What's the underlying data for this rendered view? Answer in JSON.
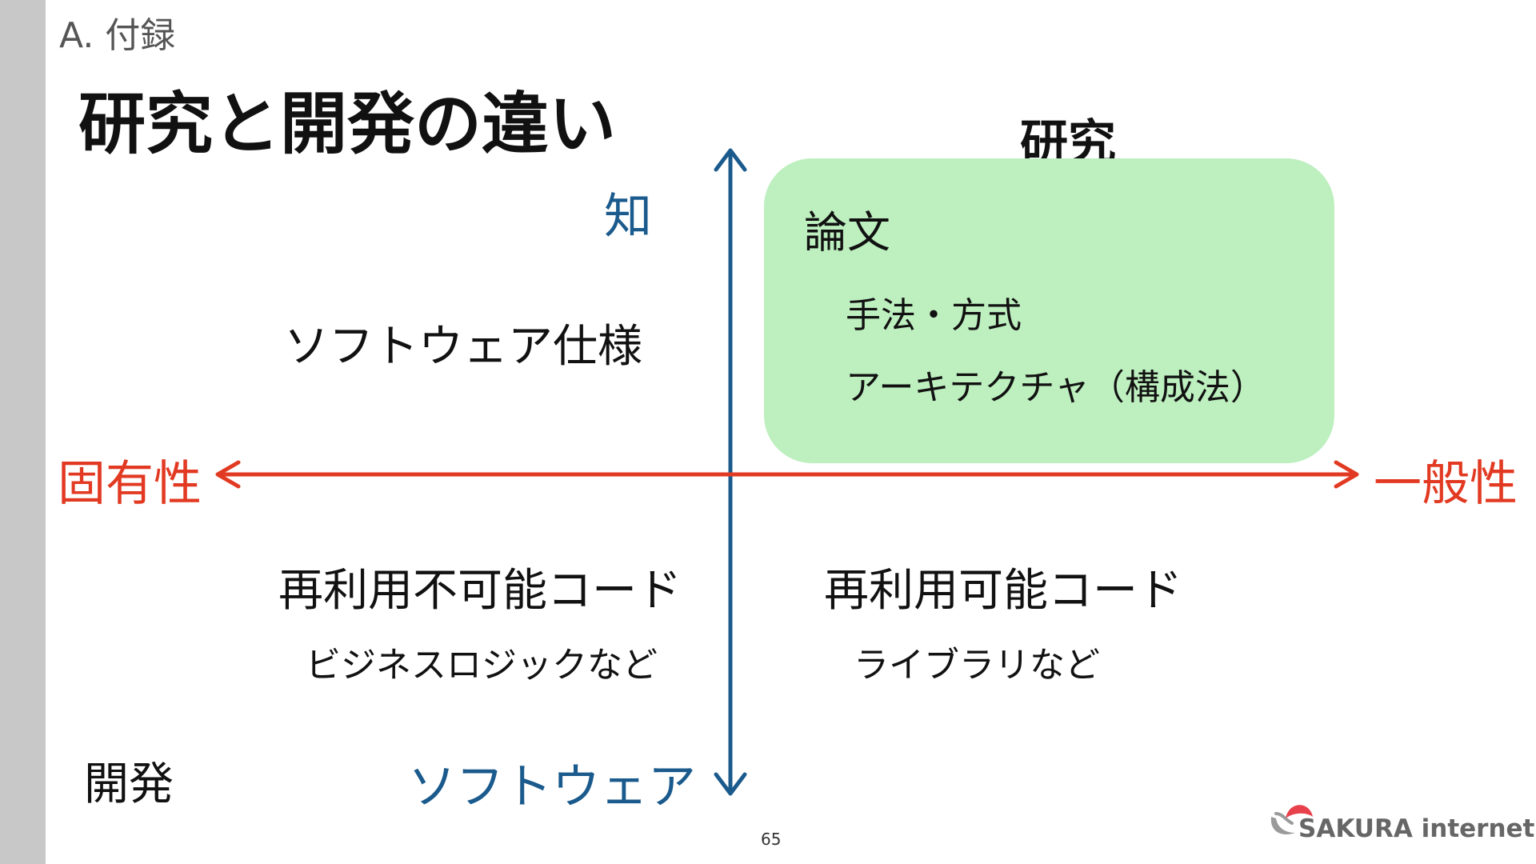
{
  "header": {
    "section": "A. 付録",
    "title": "研究と開発の違い"
  },
  "research": {
    "title": "研究",
    "box_heading": "論文",
    "items": [
      "手法・方式",
      "アーキテクチャ（構成法）"
    ]
  },
  "axes": {
    "top": "知",
    "bottom": "ソフトウェア",
    "left": "固有性",
    "right": "一般性"
  },
  "quadrants": {
    "spec": "ソフトウェア仕様",
    "non_reusable": "再利用不可能コード",
    "non_reusable_sub": "ビジネスロジックなど",
    "reusable": "再利用可能コード",
    "reusable_sub": "ライブラリなど"
  },
  "development": {
    "label": "開発"
  },
  "footer": {
    "page_number": "65",
    "logo_text": "SAKURA internet"
  },
  "colors": {
    "vertical_axis": "#1a5a8c",
    "horizontal_axis": "#e23a22",
    "research_box": "#bdefbf",
    "sidebar": "#c8c8c8",
    "logo_red": "#e8414b",
    "logo_gray": "#666666"
  }
}
